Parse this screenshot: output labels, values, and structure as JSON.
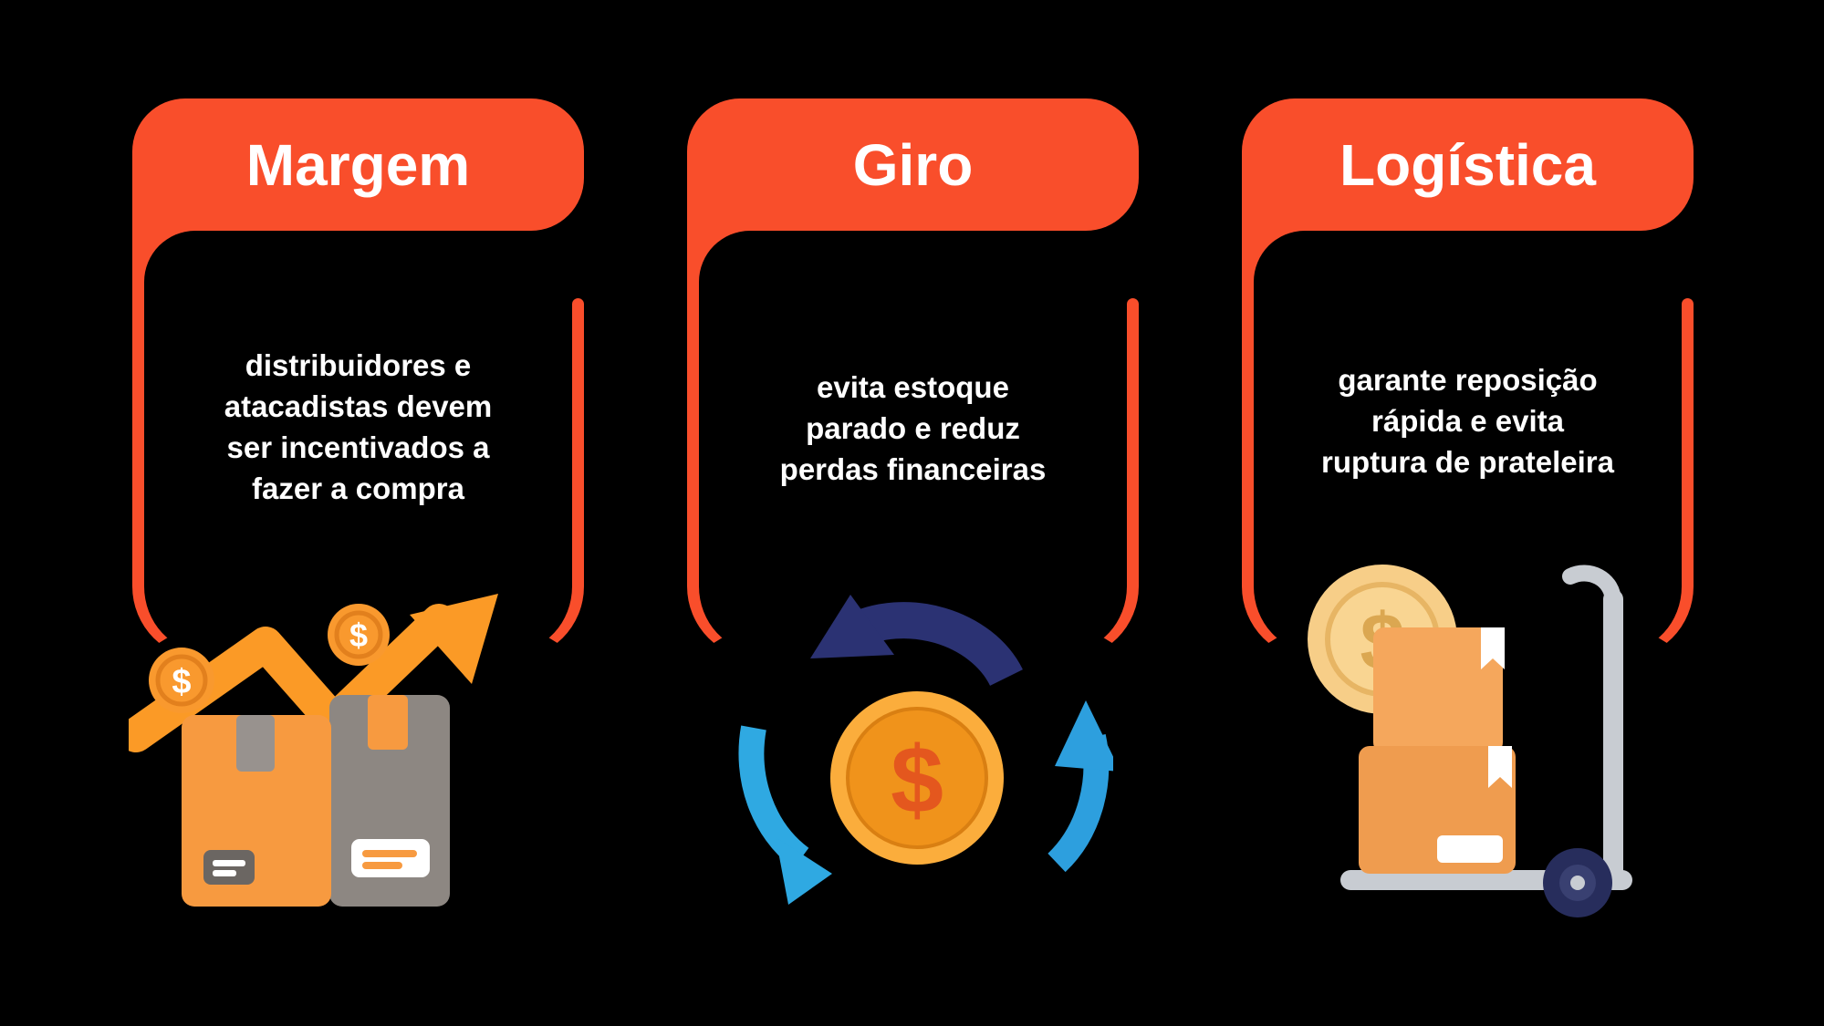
{
  "colors": {
    "background": "#000000",
    "accent": "#F94E2B",
    "card_text": "#FFFFFF",
    "icon_orange": "#F79A40",
    "icon_coin_orange": "#F0931B",
    "icon_coin_gold": "#F7CE88",
    "icon_arrow_navy": "#2B3273",
    "icon_arrow_blue": "#2FA9E2",
    "icon_box_gray": "#8D8782",
    "icon_metal_silver": "#C8CCD2",
    "icon_wheel_navy": "#272D5C"
  },
  "currency_symbol": "$",
  "cards": [
    {
      "title": "Margem",
      "lines": [
        "distribuidores e",
        "atacadistas devem",
        "ser incentivados a",
        "fazer a compra"
      ],
      "icon": "growth-chart-boxes-coins"
    },
    {
      "title": "Giro",
      "lines": [
        "evita estoque",
        "parado e reduz",
        "perdas financeiras"
      ],
      "icon": "coin-cycle-arrows"
    },
    {
      "title": "Logística",
      "lines": [
        "garante reposição",
        "rápida e evita",
        "ruptura de prateleira"
      ],
      "icon": "hand-truck-boxes-coin"
    }
  ]
}
